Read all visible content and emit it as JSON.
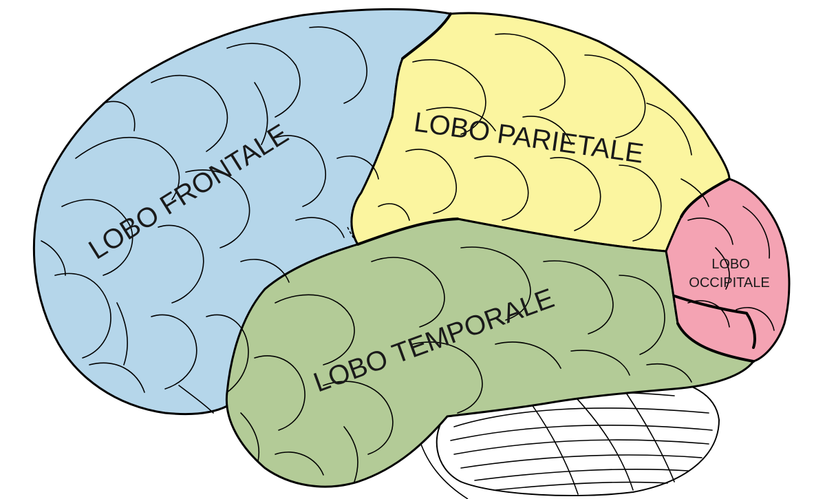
{
  "lobes": {
    "frontal": {
      "label": "LOBO FRONTALE",
      "color": "#b5d6ea"
    },
    "parietal": {
      "label": "LOBO PARIETALE",
      "color": "#fbf59f"
    },
    "temporal": {
      "label": "LOBO TEMPORALE",
      "color": "#b3cb97"
    },
    "occipital": {
      "label_line1": "LOBO",
      "label_line2": "OCCIPITALE",
      "color": "#f4a3b3"
    }
  },
  "cerebellum": {
    "color": "#ffffff"
  }
}
